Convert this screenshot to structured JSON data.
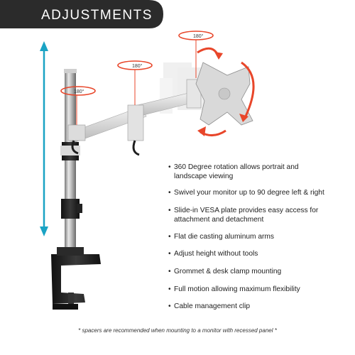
{
  "header": {
    "title": "Adjustments"
  },
  "rotation_labels": [
    "180°",
    "180°",
    "180°"
  ],
  "features": [
    {
      "bullet": "•",
      "text": "360 Degree rotation allows portrait and landscape viewing"
    },
    {
      "bullet": "•",
      "text": "Swivel your monitor up to 90 degree left & right"
    },
    {
      "bullet": "•",
      "text": "Slide-in VESA plate provides easy access for attachment and detachment"
    },
    {
      "bullet": "•",
      "text": "Flat die casting aluminum arms"
    },
    {
      "bullet": "•",
      "text": "Adjust height without tools"
    },
    {
      "bullet": "•",
      "text": "Grommet & desk clamp mounting"
    },
    {
      "bullet": "•",
      "text": "Full motion allowing maximum flexibility"
    },
    {
      "bullet": "•",
      "text": "Cable management clip"
    }
  ],
  "footnote": "* spacers are recommended when mounting to a monitor with recessed panel *",
  "colors": {
    "header_bg": "#2b2b2b",
    "accent_arrow": "#e8462a",
    "height_arrow": "#1aa3c4"
  }
}
